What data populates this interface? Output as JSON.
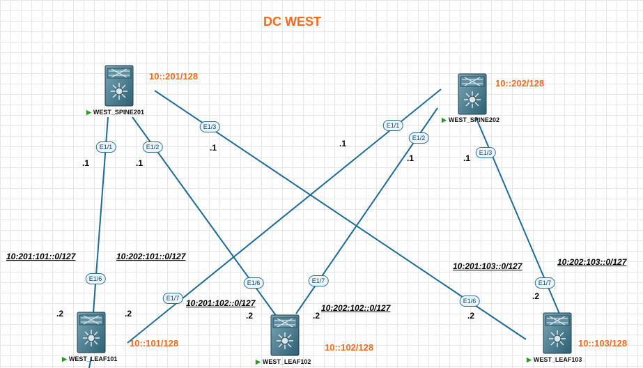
{
  "title": "DC WEST",
  "devices": {
    "spine201": {
      "name": "WEST_SPINE201",
      "loopback": "10::201/128",
      "icon": "nexus-switch-icon"
    },
    "spine202": {
      "name": "WEST_SPINE202",
      "loopback": "10::202/128",
      "icon": "nexus-switch-icon"
    },
    "leaf101": {
      "name": "WEST_LEAF101",
      "loopback": "10::101/128",
      "icon": "nexus-switch-icon"
    },
    "leaf102": {
      "name": "WEST_LEAF102",
      "loopback": "10::102/128",
      "icon": "nexus-switch-icon"
    },
    "leaf103": {
      "name": "WEST_LEAF103",
      "loopback": "10::103/128",
      "icon": "nexus-switch-icon"
    }
  },
  "links": [
    {
      "id": "s201-l101",
      "subnet": "10:201:101::0/127",
      "a_port": "E1/1",
      "a_addr": ".1",
      "b_port": "E1/6",
      "b_addr": ".2"
    },
    {
      "id": "s201-l102",
      "subnet": "10:201:102::0/127",
      "a_port": "E1/2",
      "a_addr": ".1",
      "b_port": "E1/6",
      "b_addr": ".2"
    },
    {
      "id": "s201-l103",
      "subnet": "10:201:103::0/127",
      "a_port": "E1/3",
      "a_addr": ".1",
      "b_port": "E1/6",
      "b_addr": ".2"
    },
    {
      "id": "s202-l101",
      "subnet": "10:202:101::0/127",
      "a_port": "E1/1",
      "a_addr": ".1",
      "b_port": "E1/7",
      "b_addr": ".2"
    },
    {
      "id": "s202-l102",
      "subnet": "10:202:102::0/127",
      "a_port": "E1/2",
      "a_addr": ".1",
      "b_port": "E1/7",
      "b_addr": ".2"
    },
    {
      "id": "s202-l103",
      "subnet": "10:202:103::0/127",
      "a_port": "E1/3",
      "a_addr": ".1",
      "b_port": "E1/7",
      "b_addr": ".2"
    }
  ],
  "colors": {
    "link": "#1d6b94",
    "loopback": "#f26b1d",
    "status_running": "#2a9a2a"
  }
}
